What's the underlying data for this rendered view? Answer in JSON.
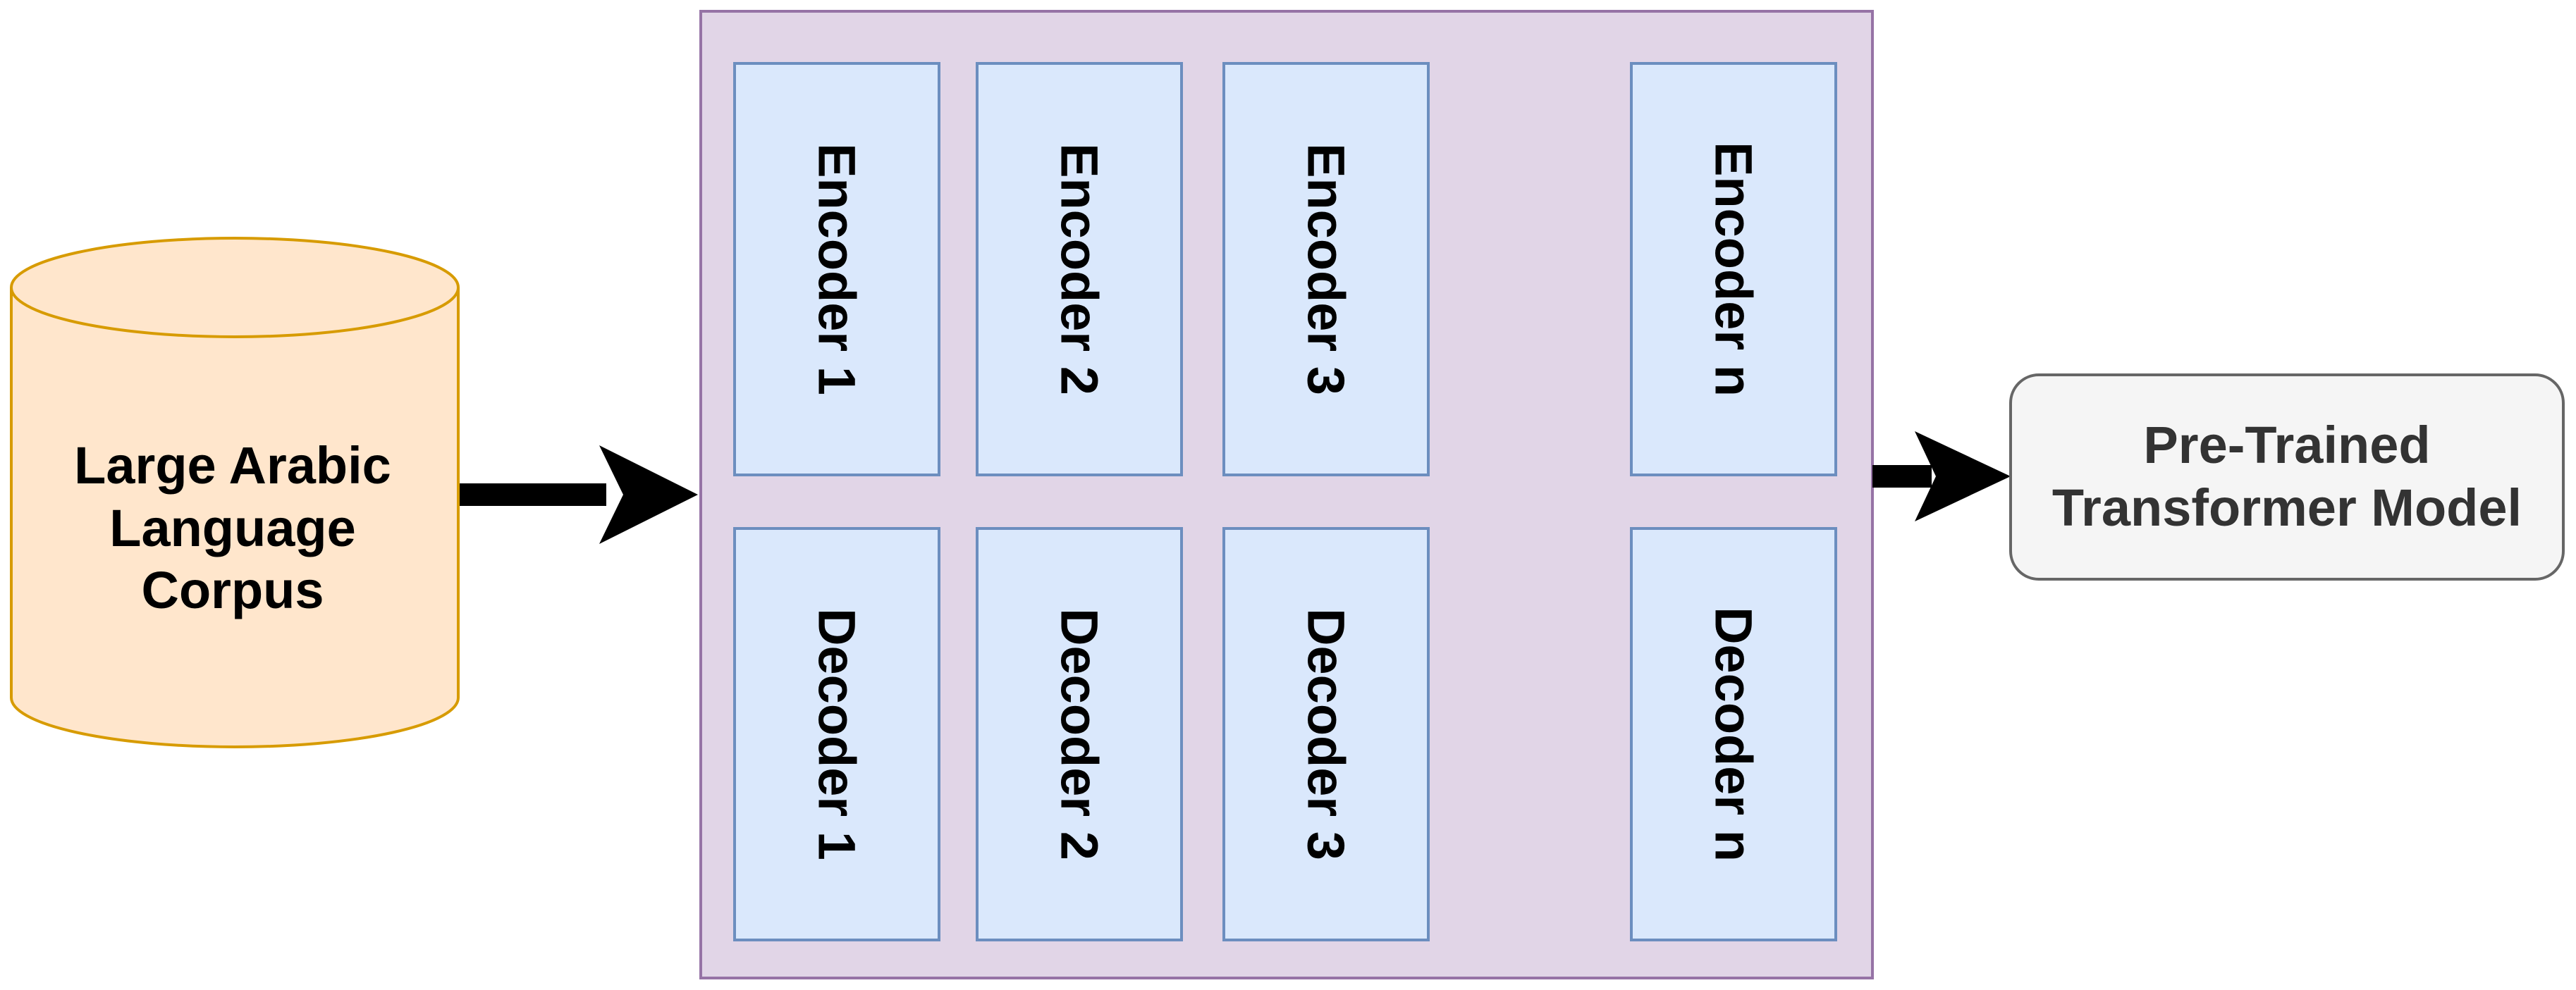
{
  "colors": {
    "cylinder_fill": "#ffe6cc",
    "cylinder_stroke": "#d79b00",
    "container_fill": "#e1d5e7",
    "container_stroke": "#9673a6",
    "block_fill": "#dae8fc",
    "block_stroke": "#6c8ebf",
    "output_fill": "#f5f5f5",
    "output_stroke": "#666666",
    "arrow": "#000000"
  },
  "corpus": {
    "line1": "Large Arabic",
    "line2": "Language",
    "line3": "Corpus"
  },
  "encoders": [
    "Encoder 1",
    "Encoder 2",
    "Encoder 3",
    "Encoder n"
  ],
  "decoders": [
    "Decoder 1",
    "Decoder 2",
    "Decoder 3",
    "Decoder n"
  ],
  "output": {
    "line1": "Pre-Trained",
    "line2": "Transformer Model"
  }
}
